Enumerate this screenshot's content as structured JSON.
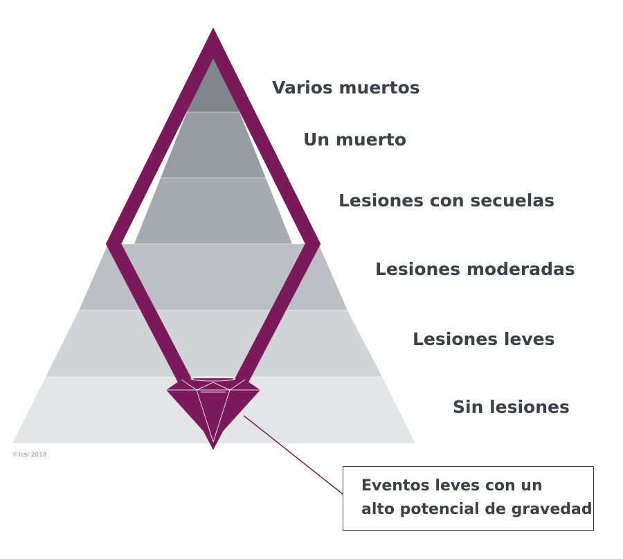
{
  "diagram": {
    "levels": [
      {
        "label": "Varios muertos",
        "fill": "#7f878d"
      },
      {
        "label": "Un muerto",
        "fill": "#959ca2"
      },
      {
        "label": "Lesiones con secuelas",
        "fill": "#a5abb0"
      },
      {
        "label": "Lesiones moderadas",
        "fill": "#bcc0c4"
      },
      {
        "label": "Lesiones leves",
        "fill": "#d1d4d7"
      },
      {
        "label": "Sin lesiones",
        "fill": "#e3e5e7"
      }
    ],
    "accent_color": "#7a1a5a",
    "gem_icon": "gem-icon",
    "callout": {
      "line1": "Eventos leves con un",
      "line2": "alto potencial de gravedad"
    },
    "copyright": "©Icsi 2018"
  }
}
